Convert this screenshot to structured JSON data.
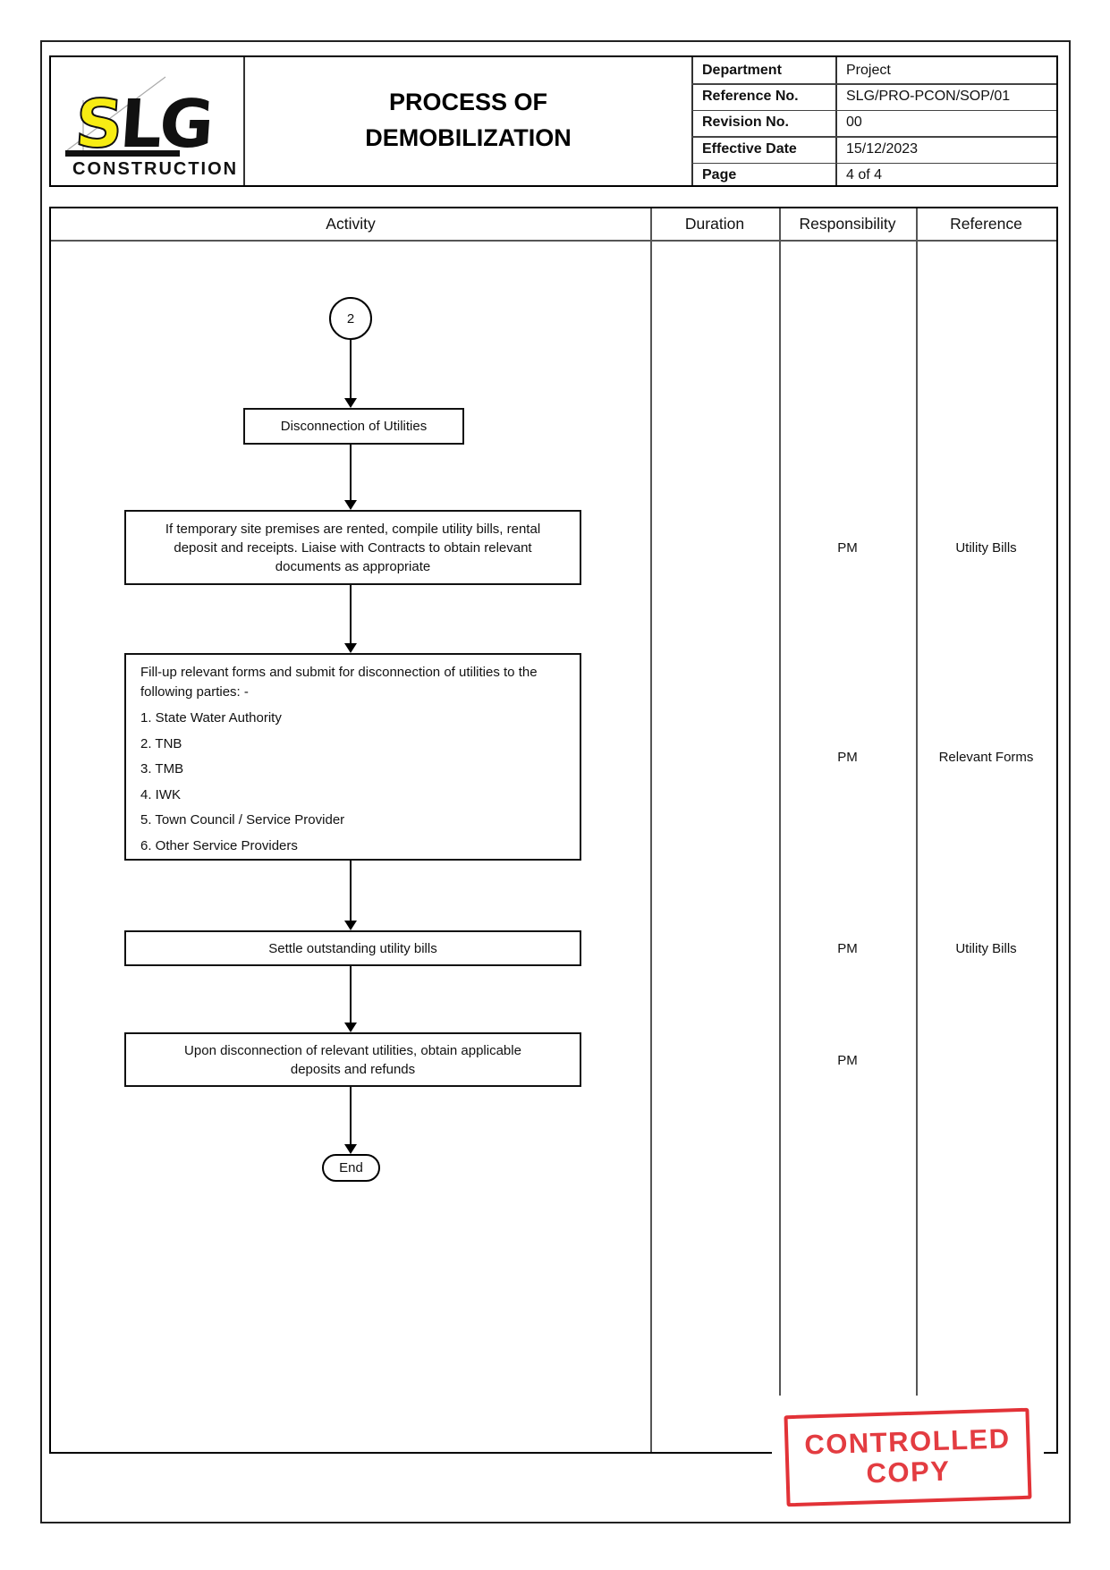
{
  "document": {
    "logo": {
      "s": "S",
      "l": "L",
      "g": "G",
      "subtitle": "CONSTRUCTION"
    },
    "title_lines": [
      "PROCESS OF",
      "DEMOBILIZATION"
    ],
    "info": [
      {
        "label": "Department",
        "value": "Project"
      },
      {
        "label": "Reference No.",
        "value": "SLG/PRO-PCON/SOP/01"
      },
      {
        "label": "Revision No.",
        "value": "00"
      },
      {
        "label": "Effective Date",
        "value": "15/12/2023"
      },
      {
        "label": "Page",
        "value": "4 of 4"
      }
    ]
  },
  "table": {
    "headers": [
      "Activity",
      "Duration",
      "Responsibility",
      "Reference"
    ]
  },
  "flow": {
    "connector": "2",
    "step1": "Disconnection of Utilities",
    "step2": "If temporary site premises are rented, compile utility bills, rental deposit and receipts. Liaise with Contracts to obtain relevant documents as appropriate",
    "step3_intro": "Fill-up relevant forms and submit for disconnection of utilities to the following parties: -",
    "step3_items": [
      "1. State Water Authority",
      "2. TNB",
      "3. TMB",
      "4. IWK",
      "5. Town Council / Service Provider",
      "6. Other Service Providers"
    ],
    "step4": "Settle outstanding utility bills",
    "step5": "Upon disconnection of relevant utilities, obtain applicable deposits and refunds",
    "end": "End"
  },
  "annotations": {
    "rows": [
      {
        "responsibility": "PM",
        "reference": "Utility Bills"
      },
      {
        "responsibility": "PM",
        "reference": "Relevant Forms"
      },
      {
        "responsibility": "PM",
        "reference": "Utility Bills"
      },
      {
        "responsibility": "PM",
        "reference": ""
      }
    ]
  },
  "stamp": {
    "line1": "CONTROLLED",
    "line2": "COPY",
    "color": "#e23237"
  },
  "colors": {
    "stamp_red": "#e23237",
    "logo_yellow": "#f7ec13"
  }
}
